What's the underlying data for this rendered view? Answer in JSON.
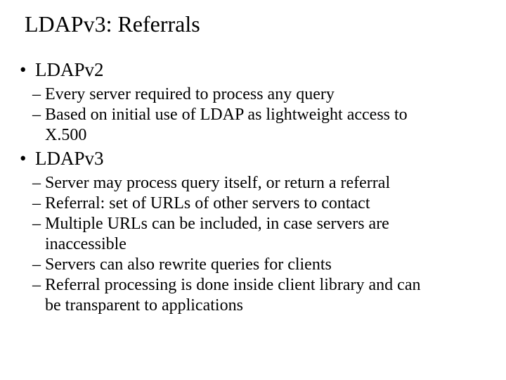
{
  "slide": {
    "title": "LDAPv3: Referrals",
    "markers": {
      "level1": "•",
      "level2": "–"
    },
    "colors": {
      "background": "#ffffff",
      "text": "#000000"
    },
    "sections": [
      {
        "heading": "LDAPv2",
        "points": [
          "Every server required to process any query",
          "Based on initial use of LDAP as lightweight access to X.500"
        ]
      },
      {
        "heading": "LDAPv3",
        "points": [
          "Server may process query itself, or return a referral",
          "Referral: set of URLs of other servers to contact",
          "Multiple URLs can be included, in case servers are inaccessible",
          "Servers can also rewrite queries for clients",
          "Referral processing is done inside client library and can be transparent to applications"
        ]
      }
    ]
  }
}
